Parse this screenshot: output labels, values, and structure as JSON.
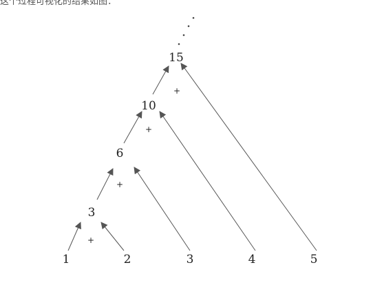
{
  "caption": "这个过程可视化的结果如图：",
  "diagram": {
    "inputs": [
      "1",
      "2",
      "3",
      "4",
      "5"
    ],
    "sums": [
      "3",
      "6",
      "10",
      "15"
    ],
    "operator": "+",
    "continuation": "⋮"
  },
  "colors": {
    "arrow": "#555555",
    "text": "#222222"
  }
}
